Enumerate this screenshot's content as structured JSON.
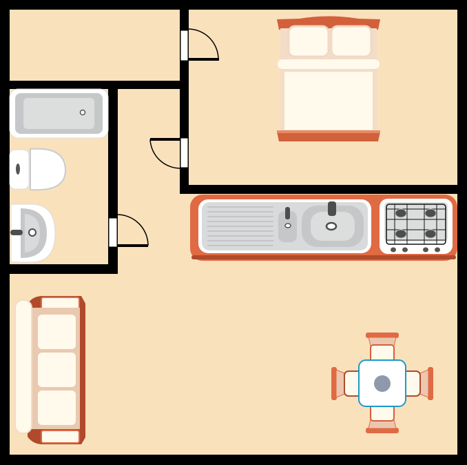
{
  "plan": {
    "colors": {
      "floor": "#f9e1bc",
      "wall": "#000000",
      "furniture_accent": "#e06a43",
      "furniture_dark": "#b04a2a",
      "cushion": "#fffaec",
      "fixture_gray": "#d9dadb",
      "table_border": "#1a9ac9",
      "table_center": "#8e99ad"
    },
    "rooms": [
      "storage",
      "bathroom",
      "bedroom",
      "hallway",
      "kitchen-living"
    ],
    "furniture": [
      "double-bed",
      "bathtub",
      "toilet",
      "washbasin",
      "kitchen-counter",
      "sink",
      "stove",
      "sofa",
      "dining-table",
      "chairs"
    ],
    "icons": [
      "door-icon",
      "bed-icon",
      "bathtub-icon",
      "toilet-icon",
      "washbasin-icon",
      "sink-icon",
      "stove-icon",
      "sofa-icon",
      "dining-table-icon"
    ]
  }
}
